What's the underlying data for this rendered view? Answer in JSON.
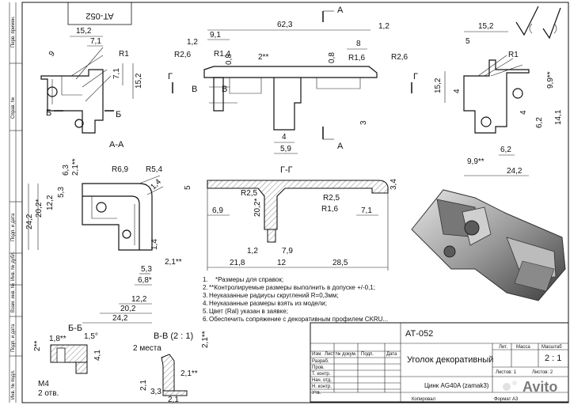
{
  "stamp": "АТ-052",
  "section_labels": {
    "aa": "А-А",
    "gg": "Г-Г",
    "bb": "Б-Б",
    "vv": "В-В (2 : 1)"
  },
  "cut_letters": {
    "a": "А",
    "b": "Б",
    "v": "В",
    "g": "Г"
  },
  "view_aa_dims": {
    "d15_2": "15,2",
    "d7_1": "7,1",
    "r1": "R1",
    "d7_1b": "7,1",
    "d15_2b": "15,2",
    "d9": "9"
  },
  "front_dims": {
    "d62_3": "62,3",
    "d1_2a": "1,2",
    "d9_1": "9,1",
    "d1_2b": "1,2",
    "d8": "8",
    "r2_6a": "R2,6",
    "r1_4": "R1,4",
    "d2": "2**",
    "d0_8a": "0,8",
    "d0_8b": "0,8",
    "r1_6": "R1,6",
    "r2_6b": "R2,6",
    "d3": "3",
    "d4": "4",
    "d5_9": "5,9"
  },
  "side_dims": {
    "d15_2": "15,2",
    "d5": "5",
    "r1": "R1",
    "d15_2v": "15,2",
    "d4": "4",
    "d9_9": "9,9**",
    "d14_1": "14,1",
    "d6_2": "6,2",
    "d4b": "4",
    "d6_2b": "6,2",
    "d9_9b": "9,9**",
    "d24_2": "24,2"
  },
  "plan_dims": {
    "d2_1": "2,1**",
    "d6_3": "6,3",
    "d5_3": "5,3",
    "d12_2": "12,2",
    "d20_2": "20,2*",
    "d24_2": "24,2",
    "r6_9": "R6,9",
    "r5_4": "R5,4",
    "d1_4": "1,4",
    "d1_4b": "1,4",
    "d2_1b": "2,1**",
    "d5_3b": "5,3",
    "d6_8": "6,8*",
    "d12_2b": "12,2",
    "d20_2b": "20,2",
    "d24_2b": "24,2"
  },
  "gg_dims": {
    "d5": "5",
    "r2_5a": "R2,5",
    "r2_5b": "R2,5",
    "r1_6": "R1,6",
    "d3_4": "3,4",
    "d6_9": "6,9",
    "d20_2": "20,2*",
    "d7_1": "7,1",
    "d1_2": "1,2",
    "d7_9": "7,9",
    "d21_8": "21,8",
    "d12": "12",
    "d28_5": "28,5"
  },
  "bb_dims": {
    "d1_8": "1,8**",
    "d1_5": "1,5°",
    "d2": "2**",
    "d4_1": "4,1",
    "m4": "М4",
    "otv": "2 отв."
  },
  "vv_dims": {
    "mesta": "2 места",
    "d2_1": "2,1**",
    "d2_1b": "2,1**",
    "d2_1c": "2,1",
    "d3_3": "3,3",
    "d2_1d": "2,1"
  },
  "notes": [
    "*Размеры для справок;",
    "**Контролируемые размеры выполнить в допуске +/-0,1;",
    "Неуказанные радиусы скруглений R=0,3мм;",
    "Неуказанные размеры взять из модели;",
    "Цвет (Ral) указан в заявке;",
    "Обеспечить сопряжение с декоративным профилем CKRU..."
  ],
  "title_block": {
    "code": "АТ-052",
    "name": "Уголок декоративный",
    "material": "Цинк AG40A (zamak3)",
    "headers": [
      "Лит.",
      "Масса",
      "Масштаб"
    ],
    "scale": "2 : 1",
    "sheet": "Листов: 1",
    "sheets": "Листов: 2",
    "rows": [
      "Изм.",
      "Лист",
      "№ докум.",
      "Подп.",
      "Дата"
    ],
    "roles": [
      "Разраб.",
      "Пров.",
      "Т. контр.",
      "Нач. отд.",
      "Н. контр.",
      "Утв."
    ],
    "copied": "Копировал",
    "format": "Формат А3"
  },
  "side_strip": [
    "Перв. примен.",
    "Справ. №",
    "Подп. и дата",
    "Инв. № дубл.",
    "Взам. инв. №",
    "Подп. и дата",
    "Инв. № подл."
  ],
  "watermark": "Avito"
}
